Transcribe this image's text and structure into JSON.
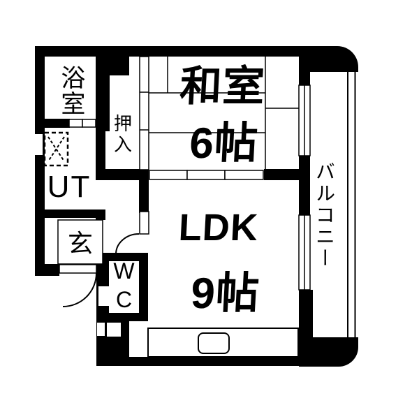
{
  "rooms": {
    "bath": {
      "label": "浴室"
    },
    "closet": {
      "label": "押入"
    },
    "japanese_room": {
      "name": "和室",
      "size": "6帖"
    },
    "balcony": {
      "label": "バルコニー"
    },
    "utility": {
      "label": "UT"
    },
    "entrance": {
      "label": "玄"
    },
    "toilet": {
      "label": "WC"
    },
    "living_dining_kitchen": {
      "name": "LDK",
      "size": "9帖"
    }
  },
  "colors": {
    "wall": "#000000",
    "floor": "#ffffff"
  },
  "icons": {
    "washing_machine_area": "dashed-square-with-x",
    "door_swing": "quarter-arc",
    "kitchen_sink": "rounded-rectangle"
  }
}
